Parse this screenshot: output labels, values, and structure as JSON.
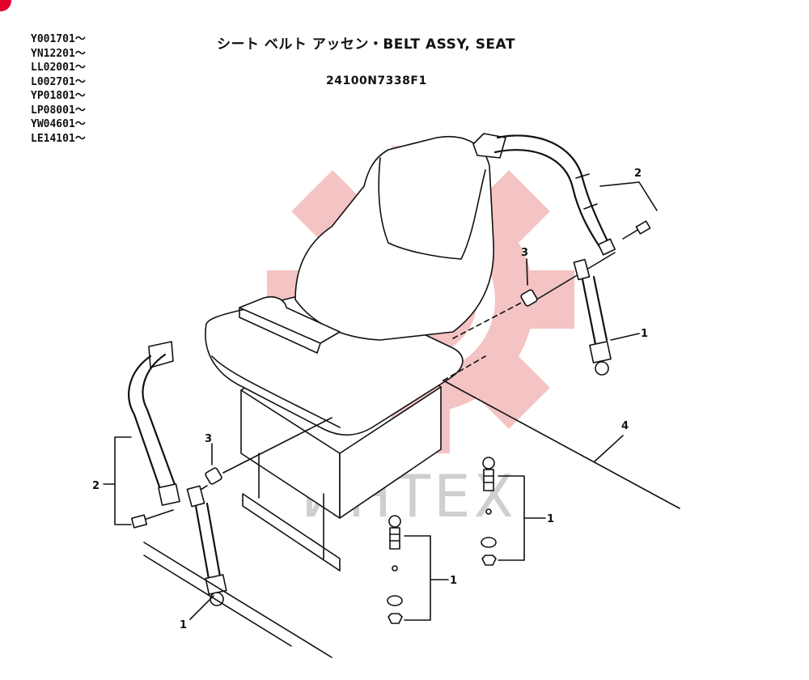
{
  "serial_numbers": [
    "Y001701～",
    "YN12201～",
    "LL02001～",
    "L002701～",
    "YP01801～",
    "LP08001～",
    "YW04601～",
    "LE14101～"
  ],
  "title": "シート ベルト アッセン・BELT ASSY, SEAT",
  "part_number": "24100N7338F1",
  "watermark_text": "ИНТЕХ",
  "callouts": {
    "c2_right": "2",
    "c3_right": "3",
    "c1_right_belt": "1",
    "c4": "4",
    "c3_left": "3",
    "c2_left": "2",
    "c1_left_belt": "1",
    "c1_bolts_right": "1",
    "c1_bolts_left": "1"
  },
  "colors": {
    "watermark": "#f3b9b9",
    "watermark_text": "#cfcfcf",
    "ink": "#111111",
    "corner_mark": "#e0002a"
  }
}
